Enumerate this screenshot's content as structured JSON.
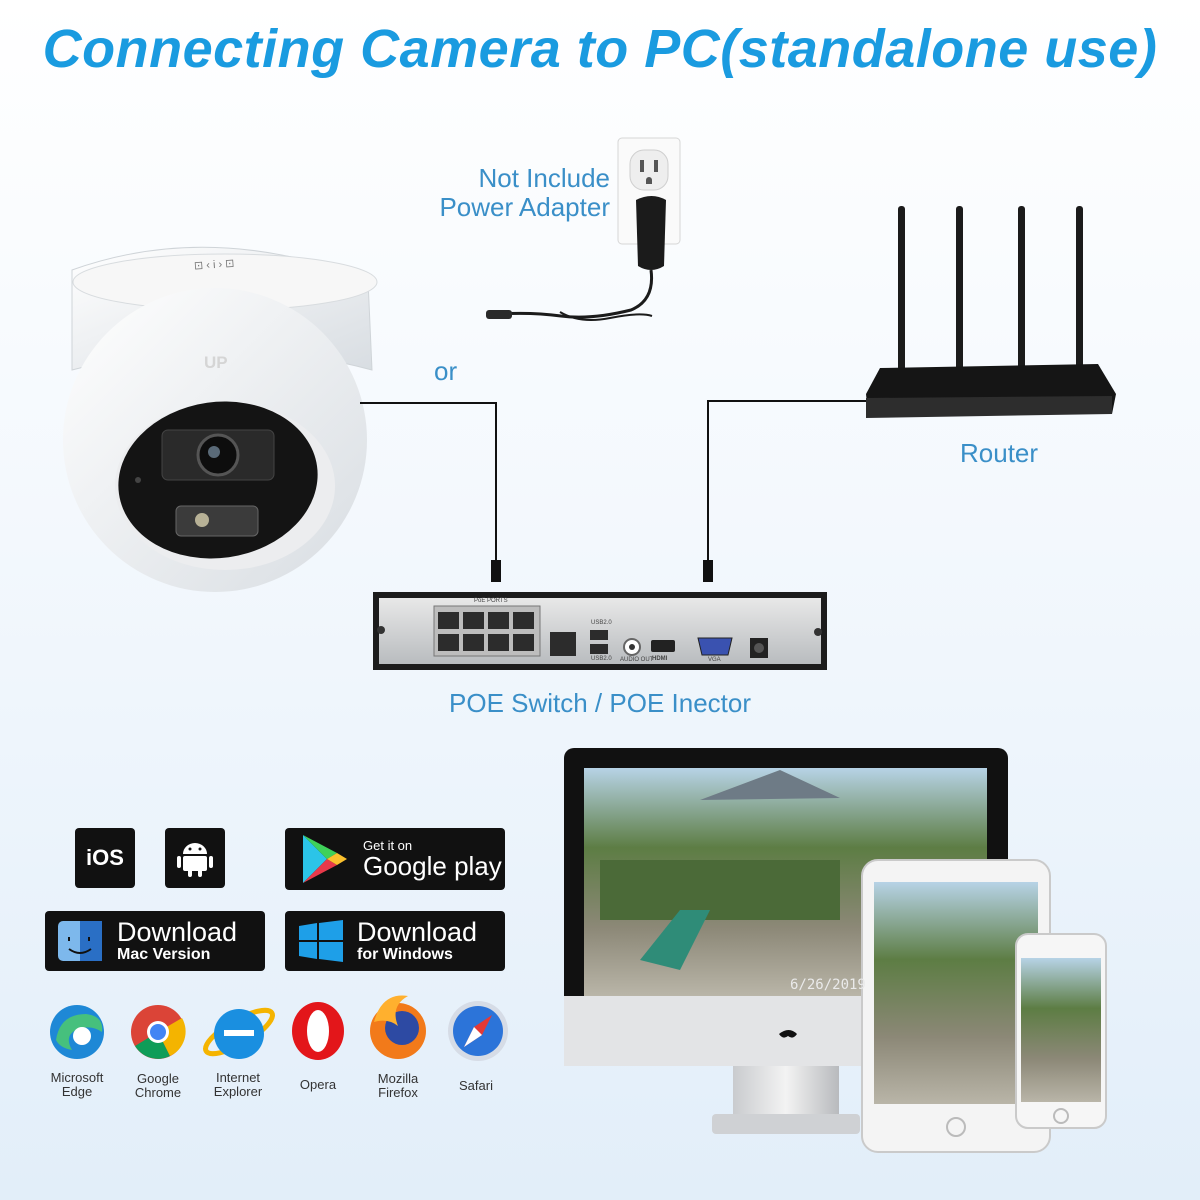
{
  "title": "Connecting Camera to PC(standalone use)",
  "labels": {
    "power_line1": "Not Include",
    "power_line2": "Power Adapter",
    "or": "or",
    "router": "Router",
    "poe": "POE Switch / POE Inector"
  },
  "camera": {
    "brand_mark": "UP",
    "top_marks": "⊡ ‹ i › ⊡"
  },
  "nvr": {
    "ports_label": "PoE PORTS",
    "usb1": "USB2.0",
    "usb2": "USB2.0",
    "audio": "AUDIO OUT",
    "hdmi": "HDMI",
    "vga": "VGA"
  },
  "monitor": {
    "timestamp": "6/26/2019"
  },
  "badges": {
    "ios": "iOS",
    "gplay_small": "Get it on",
    "gplay_big": "Google play",
    "mac_big": "Download",
    "mac_small": "Mac Version",
    "win_big": "Download",
    "win_small": "for Windows"
  },
  "browsers": [
    {
      "line1": "Microsoft",
      "line2": "Edge"
    },
    {
      "line1": "Google",
      "line2": "Chrome"
    },
    {
      "line1": "Internet",
      "line2": "Explorer"
    },
    {
      "line1": "Opera",
      "line2": ""
    },
    {
      "line1": "Mozilla",
      "line2": "Firefox"
    },
    {
      "line1": "Safari",
      "line2": ""
    }
  ],
  "colors": {
    "title": "#1a9be0",
    "label": "#3a8fc8",
    "badge": "#111111"
  }
}
